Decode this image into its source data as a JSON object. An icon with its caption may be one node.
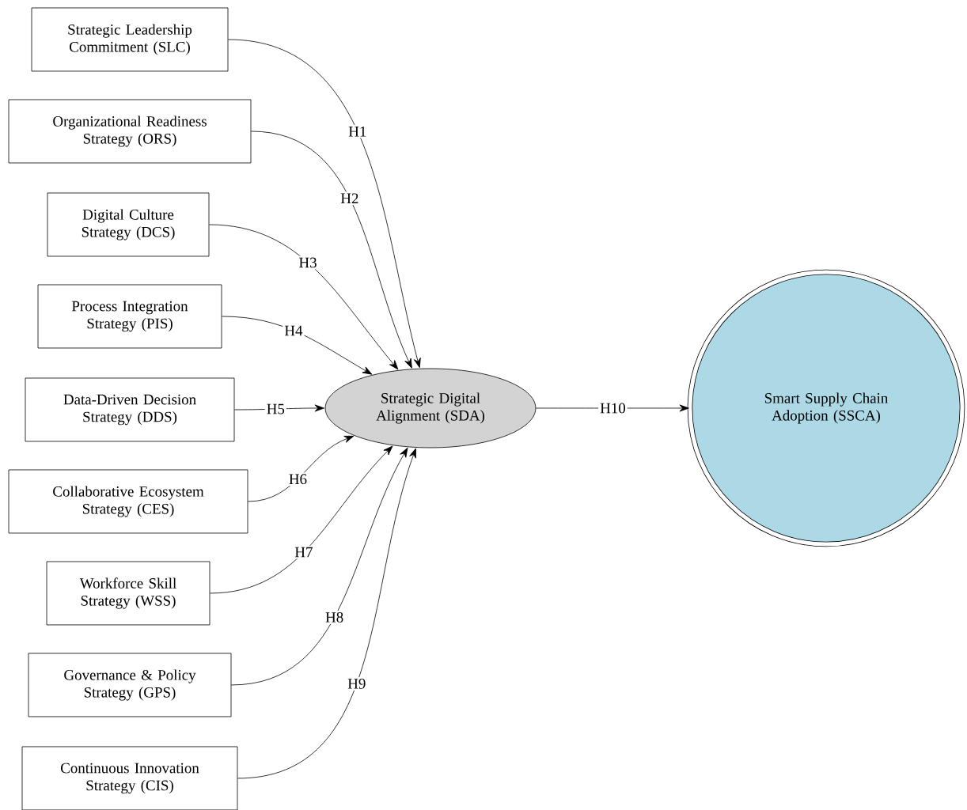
{
  "diagram": {
    "nodes": [
      {
        "text": [
          "Strategic Leadership Commitment (SLC)"
        ]
      },
      {
        "text": [
          "Organizational Readiness Strategy (ORS)"
        ]
      },
      {
        "text": [
          "Digital Culture Strategy (DCS)"
        ]
      },
      {
        "text": [
          "Process Integration Strategy (PIS)"
        ]
      },
      {
        "text": [
          "Data-Driven Decision Strategy (DDS)"
        ]
      },
      {
        "text": [
          "Collaborative Ecosystem Strategy (CES)"
        ]
      },
      {
        "text": [
          "Workforce Skill Strategy (WSS)"
        ]
      },
      {
        "text": [
          "Governance & Policy Strategy (GPS)"
        ]
      },
      {
        "text": [
          "Continuous Innovation Strategy (CIS)"
        ]
      },
      {
        "text": [
          "Strategic Digital Alignment (SDA)"
        ]
      },
      {
        "text": [
          "Smart Supply Chain Adoption (SSCA)"
        ]
      }
    ],
    "edges": [
      {
        "from": 0,
        "to": 9,
        "arrow": "to",
        "label": "H1"
      },
      {
        "from": 1,
        "to": 9,
        "arrow": "to",
        "label": "H2"
      },
      {
        "from": 2,
        "to": 9,
        "arrow": "to",
        "label": "H3"
      },
      {
        "from": 3,
        "to": 9,
        "arrow": "to",
        "label": "H4"
      },
      {
        "from": 4,
        "to": 9,
        "arrow": "to",
        "label": "H5"
      },
      {
        "from": 5,
        "to": 9,
        "arrow": "to",
        "label": "H6"
      },
      {
        "from": 6,
        "to": 9,
        "arrow": "to",
        "label": "H7"
      },
      {
        "from": 7,
        "to": 9,
        "arrow": "to",
        "label": "H8"
      },
      {
        "from": 8,
        "to": 9,
        "arrow": "to",
        "label": "H9"
      },
      {
        "from": 9,
        "to": 10,
        "arrow": "to",
        "label": "H10"
      }
    ]
  }
}
